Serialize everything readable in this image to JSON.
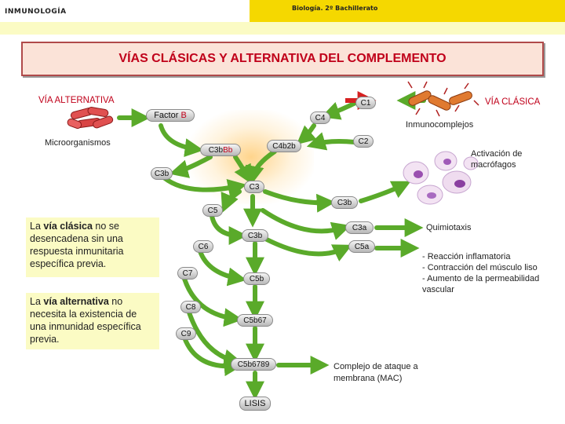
{
  "header": {
    "subject_left": "INMUNOLOGÍA",
    "subject_right": "Biología. 2º Bachillerato"
  },
  "title": "VÍAS CLÁSICAS Y ALTERNATIVA DEL COMPLEMENTO",
  "labels": {
    "via_alternativa": "VÍA ALTERNATIVA",
    "via_clasica": "VÍA CLÁSICA",
    "microorganismos": "Microorganismos",
    "inmunocomplejos": "Inmunocomplejos",
    "activacion": "Activación de macrófagos",
    "quimiotaxis": "Quimiotaxis",
    "efectos": [
      "- Reacción inflamatoria",
      "- Contracción del músculo liso",
      "- Aumento de la permeabilidad vascular"
    ],
    "mac": "Complejo de ataque a membrana (MAC)"
  },
  "components": {
    "factor_b_prefix": "Factor ",
    "factor_b_letter": "B",
    "c1": "C1",
    "c4": "C4",
    "c2": "C2",
    "c3bbb_prefix": "C3b",
    "c3bbb_suffix": "Bb",
    "c4b2b": "C4b2b",
    "c3b_left": "C3b",
    "c3": "C3",
    "c3b_right": "C3b",
    "c5": "C5",
    "c3b_mid": "C3b",
    "c3a": "C3a",
    "c5a": "C5a",
    "c6": "C6",
    "c7": "C7",
    "c5b": "C5b",
    "c8": "C8",
    "c5b67": "C5b67",
    "c9": "C9",
    "c5b6789": "C5b6789",
    "lisis": "LISIS"
  },
  "notes": {
    "clasica": {
      "pre": "La ",
      "bold": "vía clásica",
      "post": " no se desencadena sin una respuesta inmunitaria específica previa."
    },
    "alternativa": {
      "pre": "La ",
      "bold": "vía alternativa",
      "post": " no necesita la existencia de una inmunidad específica previa."
    }
  },
  "colors": {
    "arrow": "#5aaa2a",
    "title_text": "#c0001a",
    "header_yellow": "#f5d800",
    "note_bg": "#fbfbc4",
    "bacteria": "#d94040"
  }
}
